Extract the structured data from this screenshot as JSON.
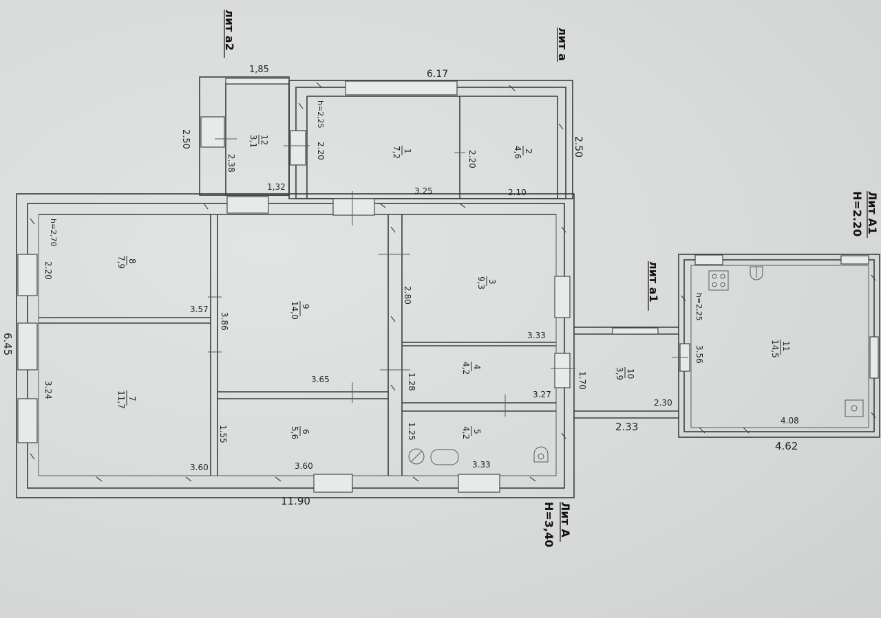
{
  "labels": {
    "lit_a2": "лит а2",
    "lit_a": "лит а",
    "lit_a1": "лит а1",
    "lit_A1": "Лит А1",
    "h_A1": "Н=2.20",
    "lit_A": "Лит А",
    "h_A": "Н=3,40"
  },
  "overall": {
    "top_a2_width": "1,85",
    "top_a_width": "6.17",
    "a2_depth": "2.50",
    "a_depth": "2.50",
    "house_depth": "6.45",
    "house_length": "11.90",
    "a1_width": "2.33",
    "A1_width": "4.62"
  },
  "heights": {
    "a2_h": "h=2,25",
    "main_h": "h=2,70",
    "A1_h": "h=2,25"
  },
  "rooms": {
    "r1_num": "1",
    "r1_area": "7,2",
    "r2_num": "2",
    "r2_area": "4,6",
    "r3_num": "3",
    "r3_area": "9,3",
    "r4_num": "4",
    "r4_area": "4,2",
    "r5_num": "5",
    "r5_area": "4,2",
    "r6_num": "6",
    "r6_area": "5,6",
    "r7_num": "7",
    "r7_area": "11,7",
    "r8_num": "8",
    "r8_area": "7,9",
    "r9_num": "9",
    "r9_area": "14,0",
    "r10_num": "10",
    "r10_area": "3,9",
    "r11_num": "11",
    "r11_area": "14,5",
    "r12_num": "12",
    "r12_area": "3,1"
  },
  "dims": {
    "d_238": "2.38",
    "d_132": "1,32",
    "d_220a": "2.20",
    "d_220b": "2.20",
    "d_325": "3.25",
    "d_210": "2.10",
    "d_220c": "2.20",
    "d_357": "3.57",
    "d_324": "3.24",
    "d_360a": "3.60",
    "d_386": "3.86",
    "d_365": "3.65",
    "d_155": "1.55",
    "d_360b": "3.60",
    "d_280": "2.80",
    "d_333a": "3.33",
    "d_128": "1.28",
    "d_327": "3.27",
    "d_125": "1.25",
    "d_333b": "3.33",
    "d_170": "1.70",
    "d_230": "2.30",
    "d_356": "3.56",
    "d_408": "4.08"
  }
}
